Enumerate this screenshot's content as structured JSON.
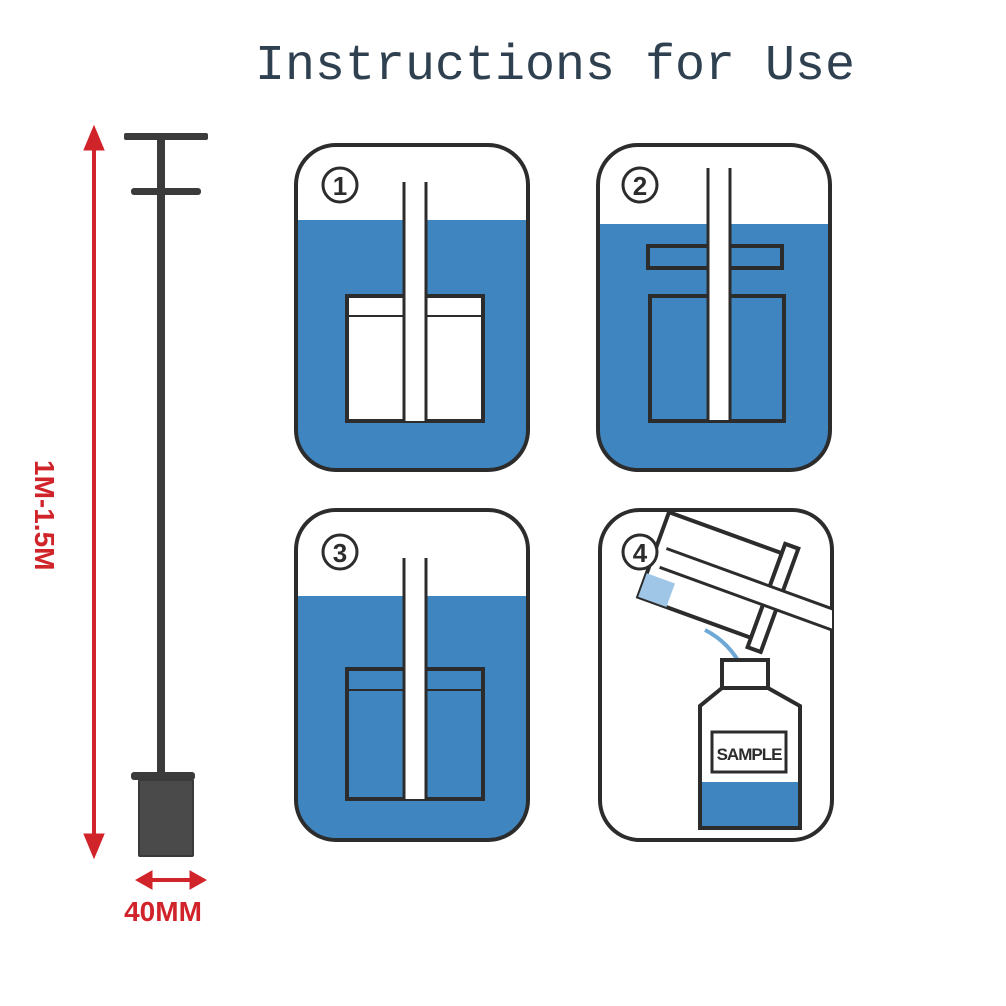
{
  "title": "Instructions for Use",
  "length_label": "1M-1.5M",
  "width_label": "40MM",
  "steps": [
    {
      "number": "1"
    },
    {
      "number": "2"
    },
    {
      "number": "3"
    },
    {
      "number": "4"
    }
  ],
  "bottle_label": "SAMPLE",
  "colors": {
    "water": "#3f86c0",
    "outline": "#2c2c2c",
    "dimension": "#d0242a",
    "title": "#2f4150"
  }
}
